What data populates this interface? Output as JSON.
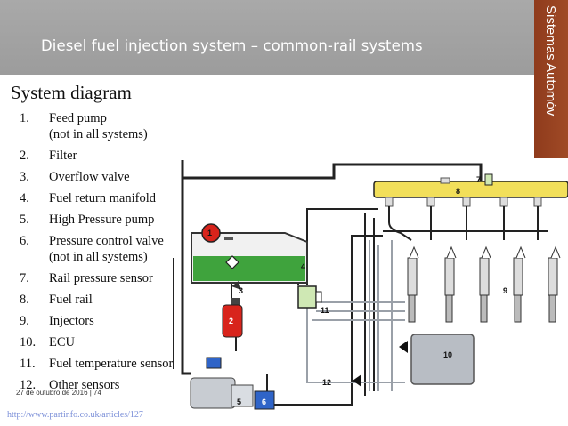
{
  "header": {
    "title": "Diesel fuel injection system – common-rail systems",
    "side_label": "Sistemas Automóv"
  },
  "section_title": "System diagram",
  "list": [
    {
      "num": "1.",
      "text": "Feed pump",
      "sub": "(not in all systems)"
    },
    {
      "num": "2.",
      "text": "Filter"
    },
    {
      "num": "3.",
      "text": "Overflow valve"
    },
    {
      "num": "4.",
      "text": "Fuel return manifold"
    },
    {
      "num": "5.",
      "text": "High Pressure pump"
    },
    {
      "num": "6.",
      "text": "Pressure control valve",
      "sub": "(not in all systems)"
    },
    {
      "num": "7.",
      "text": "Rail pressure sensor"
    },
    {
      "num": "8.",
      "text": "Fuel rail"
    },
    {
      "num": "9.",
      "text": "Injectors"
    },
    {
      "num": "10.",
      "text": "ECU"
    },
    {
      "num": "11.",
      "text": "Fuel temperature sensor"
    },
    {
      "num": "12.",
      "text": "Other sensors"
    }
  ],
  "diagram_labels": {
    "l1": "1",
    "l2": "2",
    "l3": "3",
    "l4": "4",
    "l5": "5",
    "l6": "6",
    "l7": "7",
    "l8": "8",
    "l9": "9",
    "l10": "10",
    "l11": "11",
    "l12": "12"
  },
  "footer": {
    "date": "27 de outubro de 2016",
    "page": "74",
    "link": "http://www.partinfo.co.uk/articles/127"
  },
  "colors": {
    "header": "#a3a3a3",
    "band": "#983f1e",
    "fuel_green": "#3fa33d",
    "rail_yellow": "#f2df5a",
    "filter_red": "#d8241c"
  }
}
